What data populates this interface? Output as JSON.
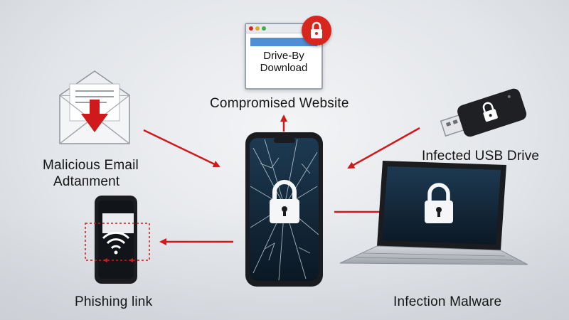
{
  "diagram": {
    "nodes": {
      "website": {
        "label": "Compromised Website",
        "window_text_line1": "Drive-By",
        "window_text_line2": "Download",
        "icon": "browser-window-icon",
        "badge_icon": "lock-badge-icon"
      },
      "email": {
        "label_line1": "Malicious Email",
        "label_line2": "Adtaпment",
        "icon": "envelope-download-icon"
      },
      "usb": {
        "label": "Infected USB Drive",
        "icon": "usb-drive-lock-icon"
      },
      "phishing": {
        "label": "Phishing link",
        "icon": "phone-wifi-icon"
      },
      "laptop": {
        "label": "Infection Malware",
        "icon": "laptop-lock-icon"
      },
      "center": {
        "icon": "cracked-phone-lock-icon"
      }
    },
    "colors": {
      "arrow": "#d0191b",
      "badge": "#d9261c",
      "device": "#1a1c20",
      "screen": "#0f2233"
    }
  }
}
